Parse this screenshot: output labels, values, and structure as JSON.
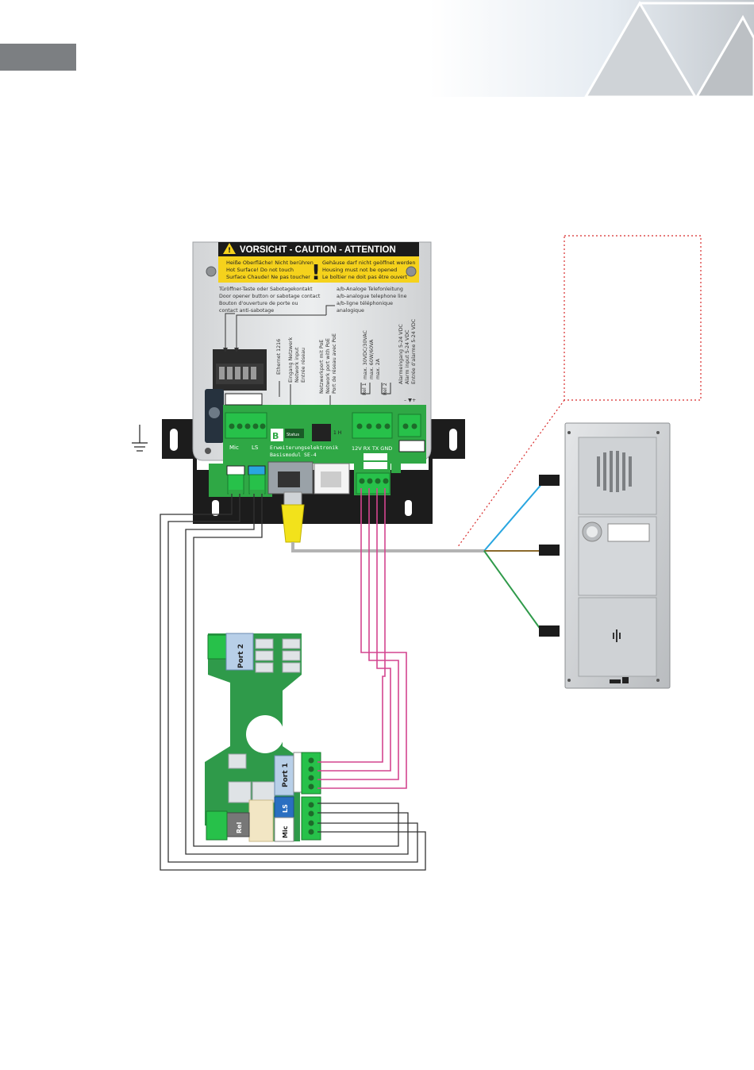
{
  "caution": {
    "title": "VORSICHT - CAUTION - ATTENTION",
    "left": [
      "Heiße Oberfläche! Nicht berühren",
      "Hot Surface! Do not touch",
      "Surface Chaude! Ne pas toucher"
    ],
    "right": [
      "Gehäuse darf nicht geöffnet werden",
      "Housing must not be opened",
      "Le boîtier ne doit pas être ouvert"
    ]
  },
  "labels": {
    "door_button": [
      "Türöffner-Taste oder Sabotagekontakt",
      "Door opener button or sabotage contact",
      "Bouton d'ouverture de porte ou",
      "contact anti-sabotage"
    ],
    "analog_line": [
      "a/b-Analoge Telefonleitung",
      "a/b-analogue telephone line",
      "a/b-ligne téléphonique",
      "analogique"
    ],
    "ethernet": "Ethernet 1216",
    "network_input": [
      "Eingang Netzwerk",
      "Network input",
      "Entrée réseau"
    ],
    "poe_port": [
      "Netzwerkport mit PoE",
      "Network port with PoE",
      "Port de réseau avec PoE"
    ],
    "relay_specs": [
      "max. 30VDC/30VAC",
      "max. 60W/60VA",
      "max. 2A"
    ],
    "relay1": "Rel 1",
    "relay2": "Rel 2",
    "alarm_input": [
      "Alarmeingang 5-24 VDC",
      "Alarm input 5-24 VDC",
      "Entrée d'alarme 5-24 VDC"
    ],
    "alarm_polarity": "– ▼+",
    "mic": "Mic",
    "ls": "LS",
    "status": "Status",
    "module_name": [
      "Erweiterungselektronik",
      "Basismodul SE-4"
    ],
    "serial_header": "12V RX TX GND",
    "port1": "Port 1",
    "port2": "Port 2",
    "ls_board": "LS",
    "mic_board": "Mic",
    "rel_board": "Rel",
    "jumper": "1 H"
  }
}
